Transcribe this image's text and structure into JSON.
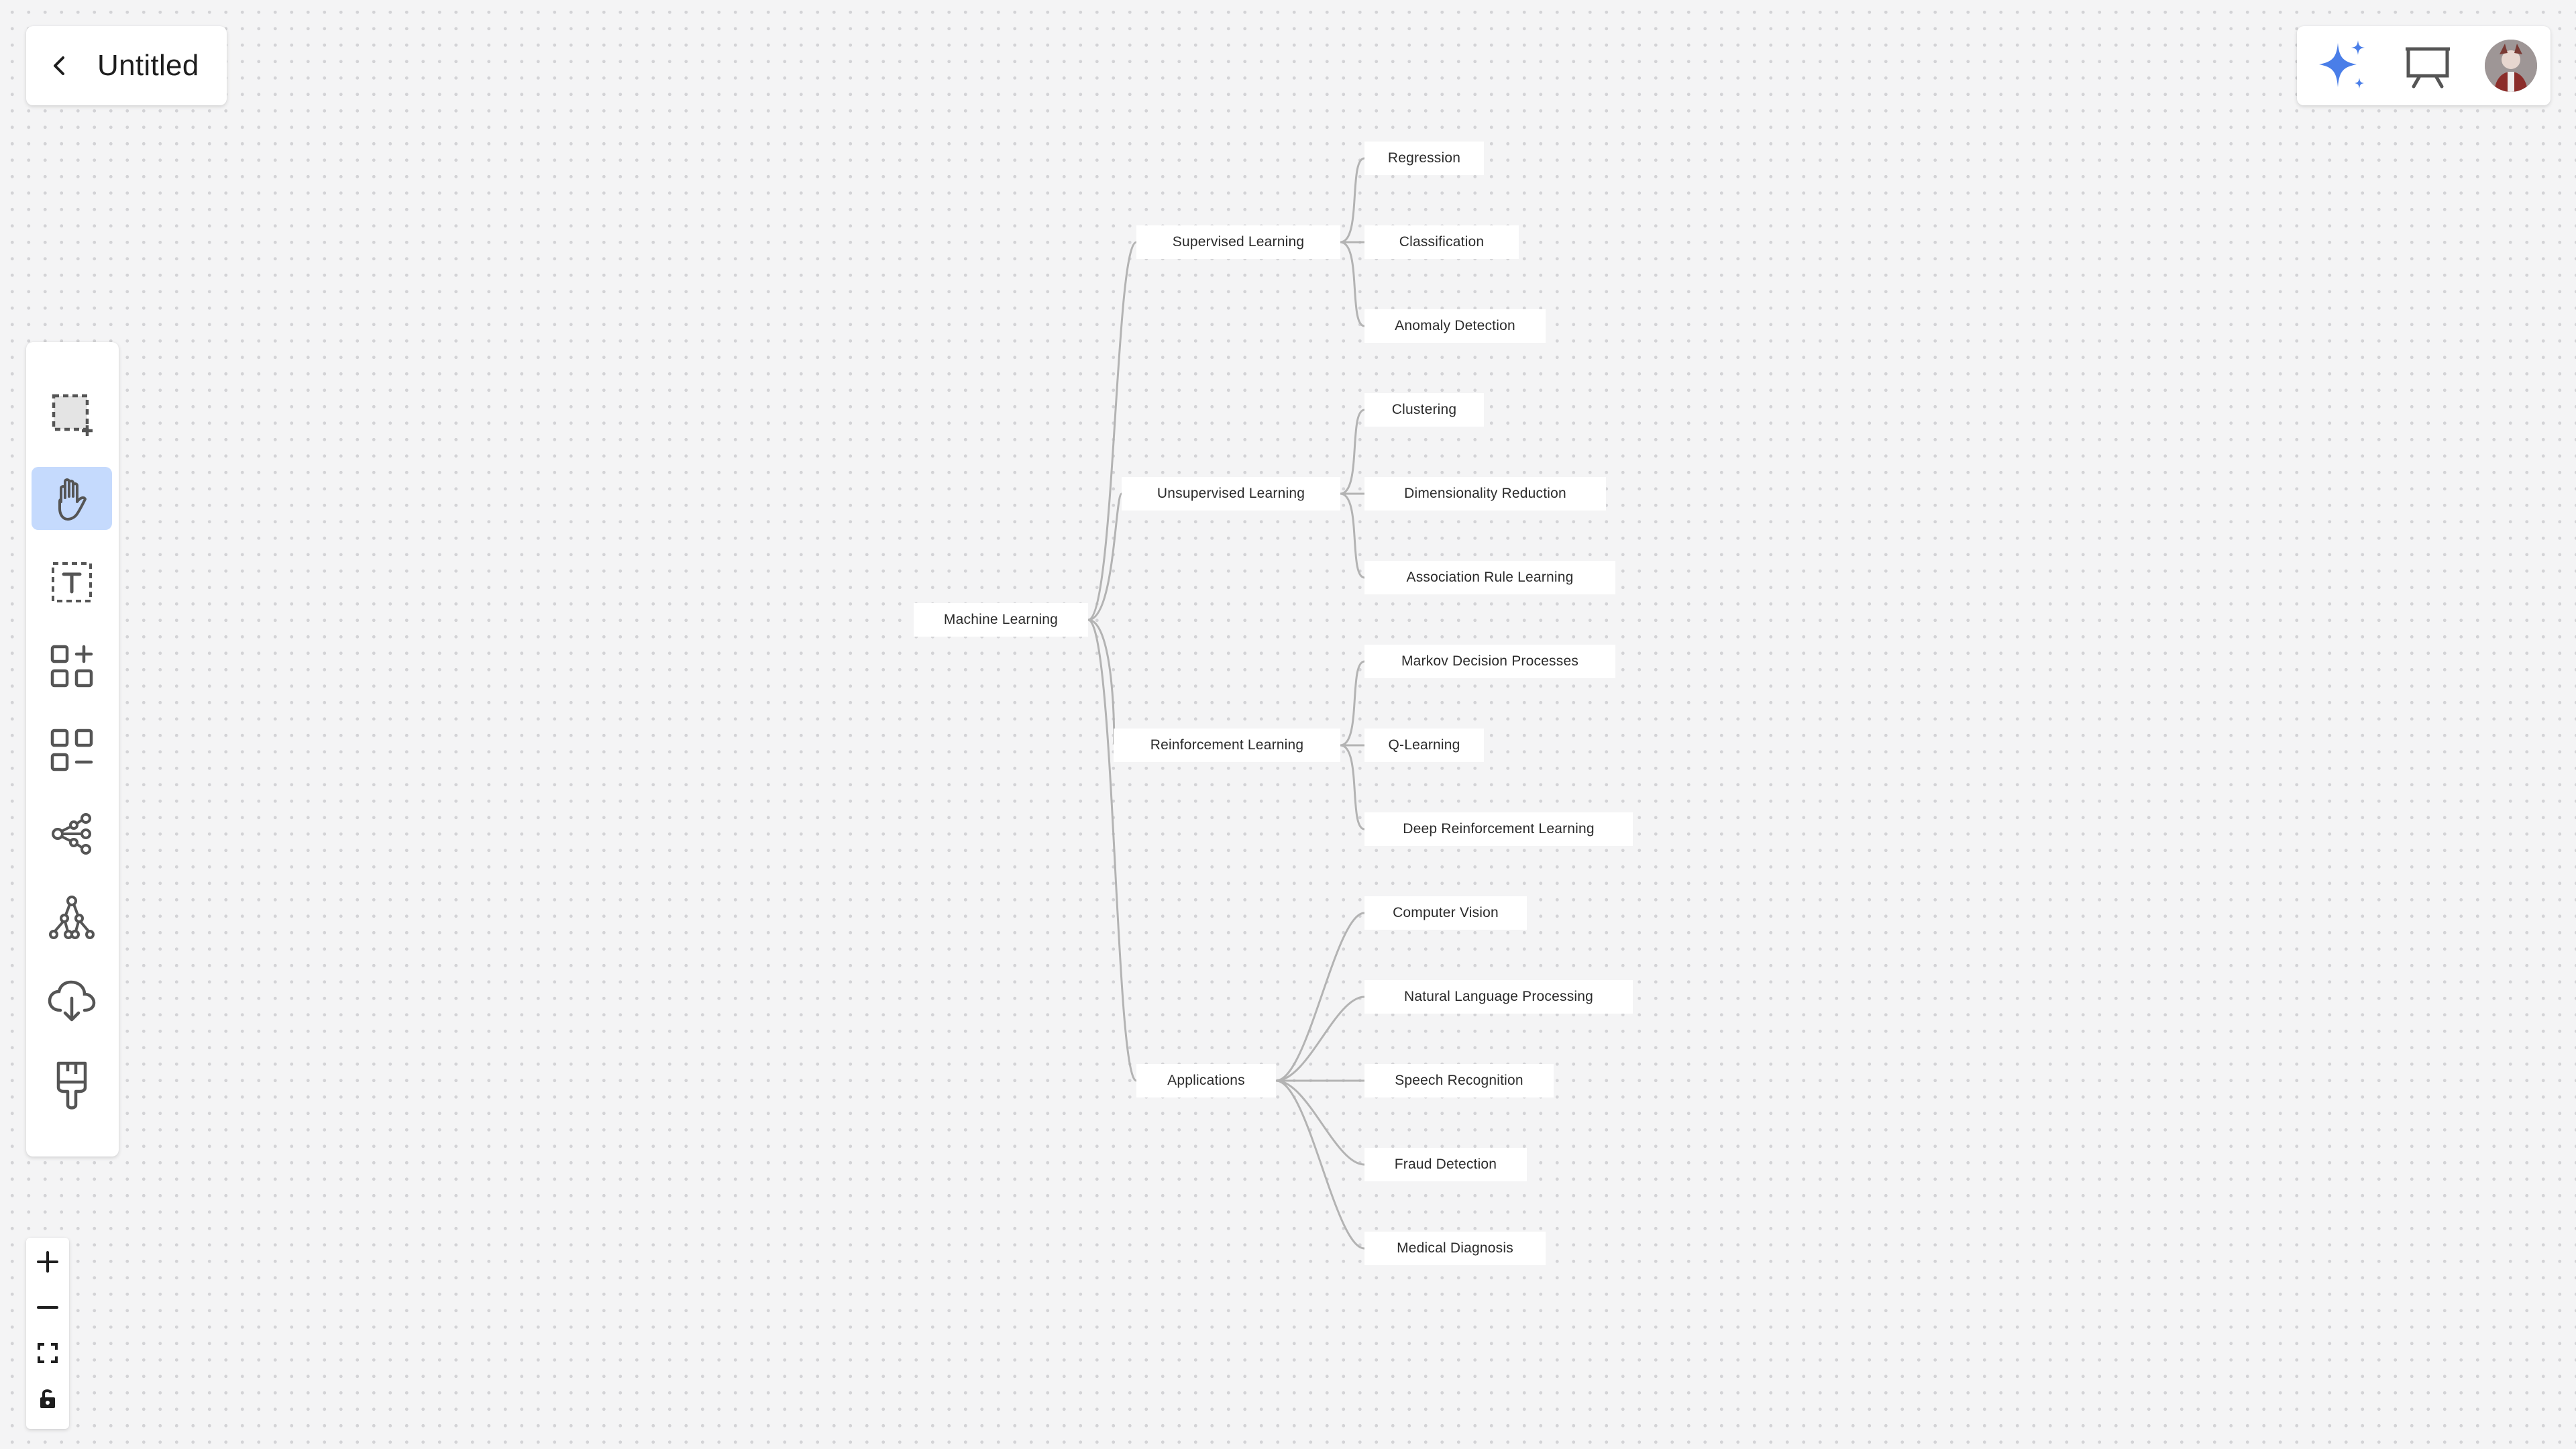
{
  "header": {
    "title": "Untitled"
  },
  "top_right": {
    "ai_icon": "sparkle-icon",
    "present_icon": "presentation-board-icon",
    "avatar_icon": "user-avatar"
  },
  "toolbar": {
    "tools": [
      {
        "name": "area-select",
        "icon": "dashed-select-icon",
        "active": false
      },
      {
        "name": "hand-pan",
        "icon": "hand-icon",
        "active": true
      },
      {
        "name": "text",
        "icon": "text-box-icon",
        "active": false
      },
      {
        "name": "add-node",
        "icon": "grid-plus-icon",
        "active": false
      },
      {
        "name": "remove-node",
        "icon": "grid-minus-icon",
        "active": false
      },
      {
        "name": "mindmap-layout",
        "icon": "mindmap-layout-icon",
        "active": false
      },
      {
        "name": "tree-layout",
        "icon": "tree-layout-icon",
        "active": false
      },
      {
        "name": "download",
        "icon": "cloud-download-icon",
        "active": false
      },
      {
        "name": "style-paint",
        "icon": "paint-brush-icon",
        "active": false
      }
    ]
  },
  "zoom": {
    "icons": [
      "zoom-in-icon",
      "zoom-out-icon",
      "fit-screen-icon",
      "lock-icon"
    ]
  },
  "mindmap": {
    "root": "Machine Learning",
    "branches": [
      {
        "label": "Supervised Learning",
        "children": [
          "Regression",
          "Classification",
          "Anomaly Detection"
        ]
      },
      {
        "label": "Unsupervised Learning",
        "children": [
          "Clustering",
          "Dimensionality Reduction",
          "Association Rule Learning"
        ]
      },
      {
        "label": "Reinforcement Learning",
        "children": [
          "Markov Decision Processes",
          "Q-Learning",
          "Deep Reinforcement Learning"
        ]
      },
      {
        "label": "Applications",
        "children": [
          "Computer Vision",
          "Natural Language Processing",
          "Speech Recognition",
          "Fraud Detection",
          "Medical Diagnosis"
        ]
      }
    ]
  },
  "colors": {
    "accent": "#4a7ee8",
    "active_tool_bg": "#c5dafd",
    "link_line": "#b3b3b3"
  }
}
